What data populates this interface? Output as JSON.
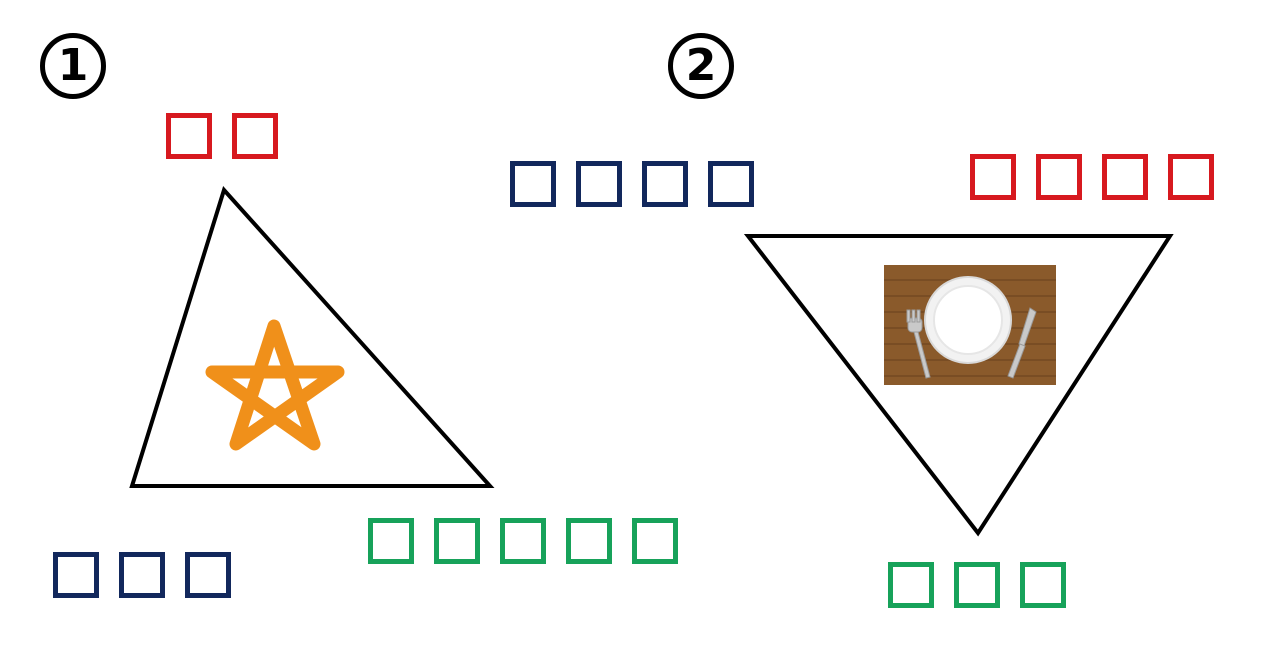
{
  "puzzle_1": {
    "number": "1",
    "icon": "star-icon",
    "blanks": {
      "top": {
        "count": 2,
        "color": "#d7191f"
      },
      "bottom_left": {
        "count": 3,
        "color": "#12285c"
      },
      "bottom_right": {
        "count": 5,
        "color": "#17a25a"
      }
    }
  },
  "puzzle_2": {
    "number": "2",
    "icon": "place-setting-icon",
    "blanks": {
      "top_left": {
        "count": 4,
        "color": "#12285c"
      },
      "top_right": {
        "count": 4,
        "color": "#d7191f"
      },
      "bottom": {
        "count": 3,
        "color": "#17a25a"
      }
    }
  },
  "colors": {
    "red": "#d7191f",
    "navy": "#12285c",
    "green": "#17a25a",
    "star_orange": "#f0901a",
    "mat_brown": "#8a5a2b"
  }
}
